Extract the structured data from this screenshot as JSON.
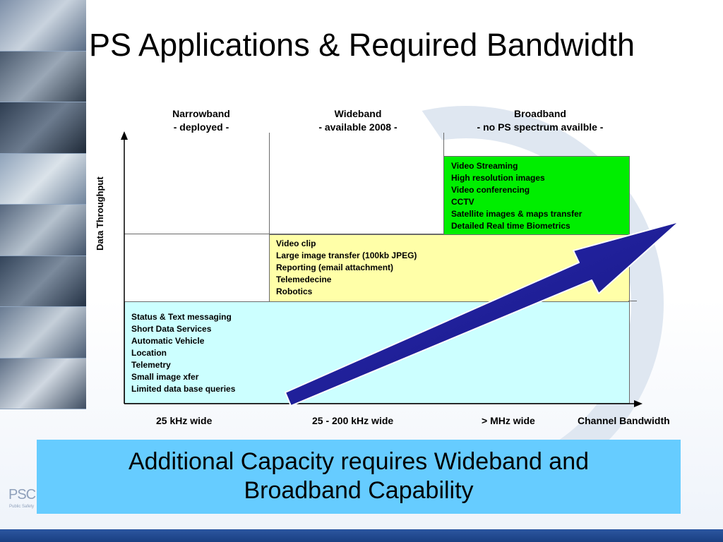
{
  "title": "PS Applications & Required Bandwidth",
  "columns": [
    {
      "name": "Narrowband",
      "status": "- deployed -"
    },
    {
      "name": "Wideband",
      "status": "- available 2008 -"
    },
    {
      "name": "Broadband",
      "status": "- no PS spectrum availble  -"
    }
  ],
  "y_axis_label": "Data Throughput",
  "x_axis_label": "Channel Bandwidth",
  "x_ticks": [
    "25 kHz wide",
    "25 - 200 kHz wide",
    "> MHz wide"
  ],
  "cells": {
    "narrowband": [
      "Status & Text messaging",
      "Short Data Services",
      "Automatic Vehicle",
      "Location",
      "Telemetry",
      "Small image xfer",
      "Limited data base queries"
    ],
    "wideband": [
      "Video clip",
      "Large image transfer (100kb JPEG)",
      "Reporting (email attachment)",
      "Telemedecine",
      "Robotics"
    ],
    "broadband": [
      "Video Streaming",
      "High resolution images",
      "Video conferencing",
      "CCTV",
      "Satellite images & maps transfer",
      "Detailed Real time Biometrics"
    ]
  },
  "caption": {
    "line1": "Additional Capacity requires Wideband and",
    "line2": "Broadband Capability"
  },
  "logo": {
    "text": "PSC",
    "sub": "Public Safety"
  },
  "colors": {
    "narrowband_fill": "#ccffff",
    "wideband_fill": "#ffffa8",
    "broadband_fill": "#00ee00",
    "arrow": "#1a1a99",
    "caption_bg": "#66ccff"
  }
}
